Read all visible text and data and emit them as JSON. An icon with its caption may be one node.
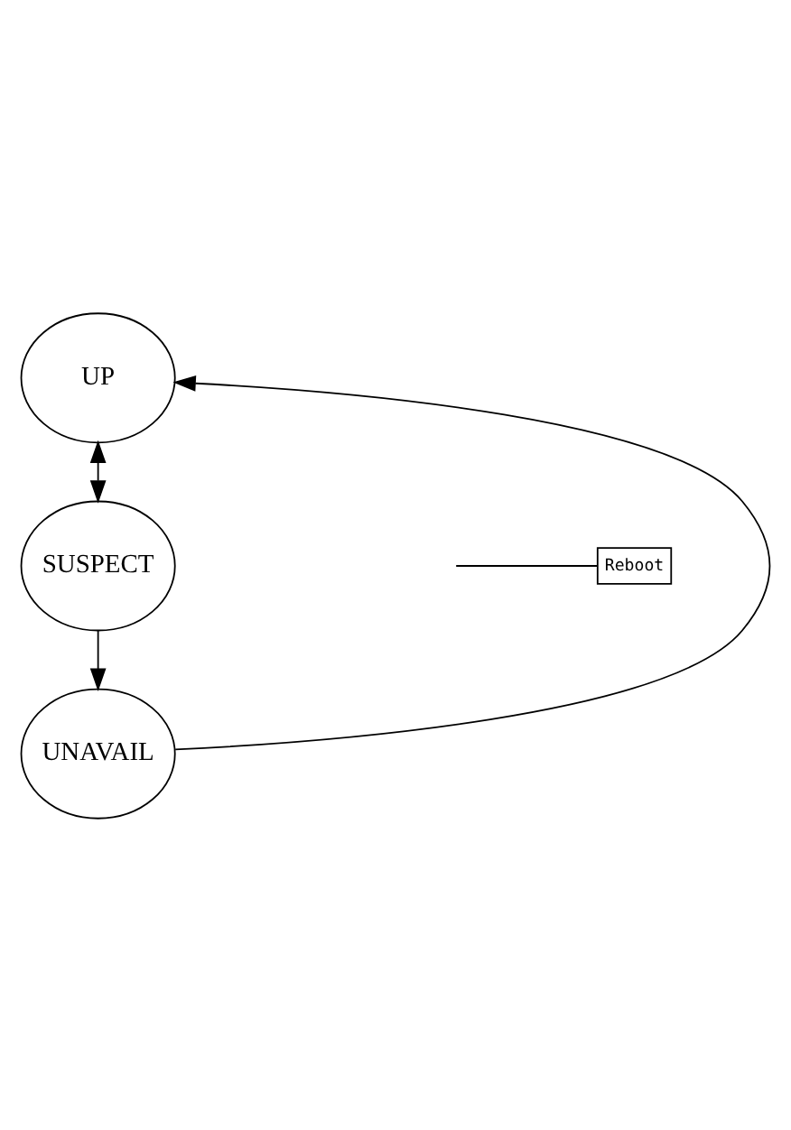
{
  "diagram": {
    "nodes": [
      {
        "text": [
          "UP"
        ]
      },
      {
        "text": [
          "SUSPECT"
        ]
      },
      {
        "text": [
          "UNAVAIL"
        ]
      },
      {
        "text": [
          "Reboot"
        ]
      }
    ],
    "edges": [
      {
        "from": 0,
        "to": 1,
        "arrow": "both"
      },
      {
        "from": 1,
        "to": 2,
        "arrow": "to"
      },
      {
        "from": 2,
        "to": 0,
        "arrow": "to"
      },
      {
        "from": 3,
        "to": null,
        "arrow": "none"
      }
    ]
  }
}
